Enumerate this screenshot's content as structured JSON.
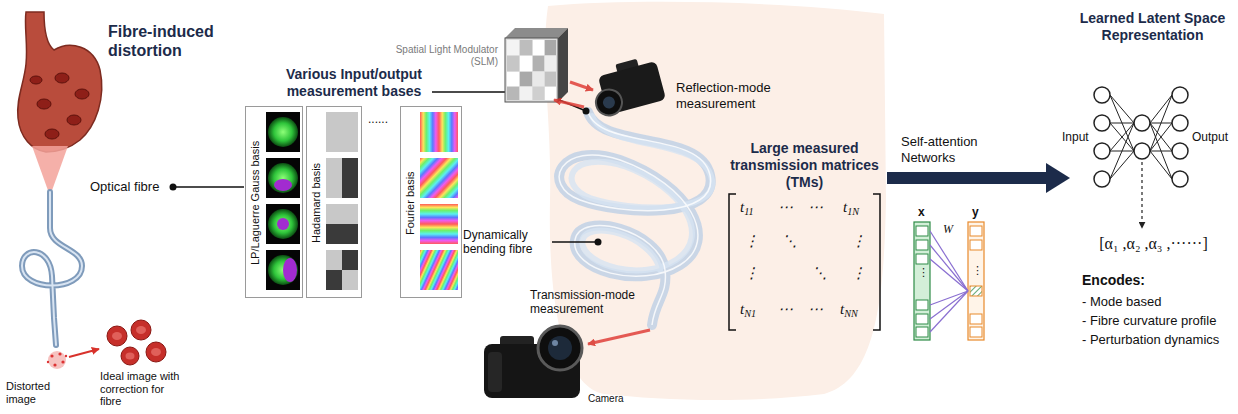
{
  "diagram": {
    "nodes": [
      {
        "text": [
          "Various Input/output measurement bases"
        ]
      },
      {
        "text": [
          "LP/Laguerre Gauss basis"
        ],
        "in": 0
      },
      {
        "text": [
          "Hadamard basis"
        ],
        "in": 0
      },
      {
        "text": [
          "Fourier basis"
        ],
        "in": 0
      },
      {
        "text": [
          "Large measured transmission matrices (TMs)"
        ]
      },
      {
        "text": [
          "Learned Latent Space Representation"
        ]
      }
    ],
    "edges": [
      {
        "from": 4,
        "to": 5,
        "arrow": "to",
        "label": "Self-attention Networks"
      }
    ],
    "labels": [
      "Fibre-induced distortion",
      "Optical fibre",
      "Distorted image",
      "Ideal image with correction for fibre",
      "......",
      "Spatial Light Modulator (SLM)",
      "Reflection-mode measurement",
      "Dynamically bending fibre",
      "Transmission-mode measurement",
      "Camera",
      "t11",
      "⋯",
      "⋯",
      "t1N",
      "⋮",
      "⋱",
      "⋮",
      "⋮",
      "⋱",
      "⋮",
      "tN1",
      "⋯",
      "⋯",
      "tNN",
      "x",
      "W",
      "y",
      "⋮",
      "⋮",
      "Input",
      "Output",
      "[α₁ ,α₂ ,α₃ ,······]",
      "Encodes:",
      "- Mode based",
      "- Fibre curvature profile",
      "- Perturbation dynamics"
    ]
  }
}
